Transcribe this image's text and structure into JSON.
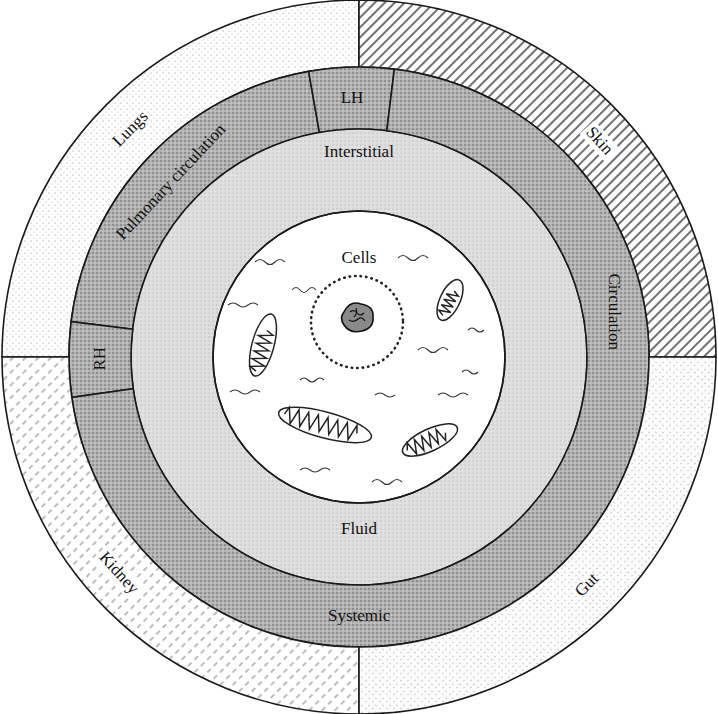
{
  "diagram": {
    "nodes": [
      {
        "text": [
          "Lungs"
        ]
      },
      {
        "text": [
          "Skin"
        ]
      },
      {
        "text": [
          "Pulmonary circulation"
        ]
      },
      {
        "text": [
          "LH"
        ]
      },
      {
        "text": [
          "Interstitial",
          "Fluid"
        ]
      },
      {
        "text": [
          "Cells"
        ]
      },
      {
        "text": [
          "RH"
        ]
      },
      {
        "text": [
          "Circulation",
          "Systemic"
        ]
      },
      {
        "text": [
          "Kidney"
        ]
      },
      {
        "text": [
          "Gut"
        ]
      }
    ]
  }
}
